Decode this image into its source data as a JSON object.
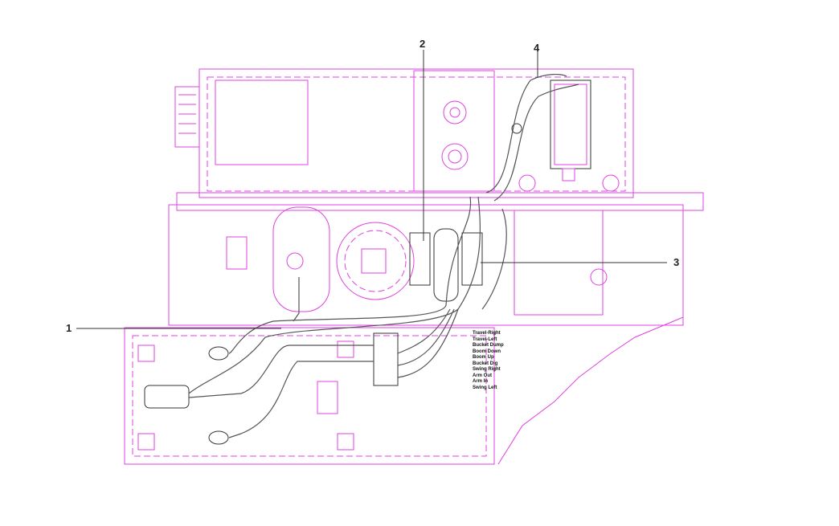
{
  "callouts": [
    {
      "label": "1"
    },
    {
      "label": "2"
    },
    {
      "label": "3"
    },
    {
      "label": "4"
    }
  ],
  "function_labels": [
    "Travel-Right",
    "Travel-Left",
    "Bucket Dump",
    "Boom Down",
    "Boom Up",
    "Bucket Dig",
    "Swing Right",
    "Arm Out",
    "Arm In",
    "Swing Left"
  ],
  "colors": {
    "frame": "#e040e0",
    "hose": "#555555",
    "leader": "#333333"
  }
}
